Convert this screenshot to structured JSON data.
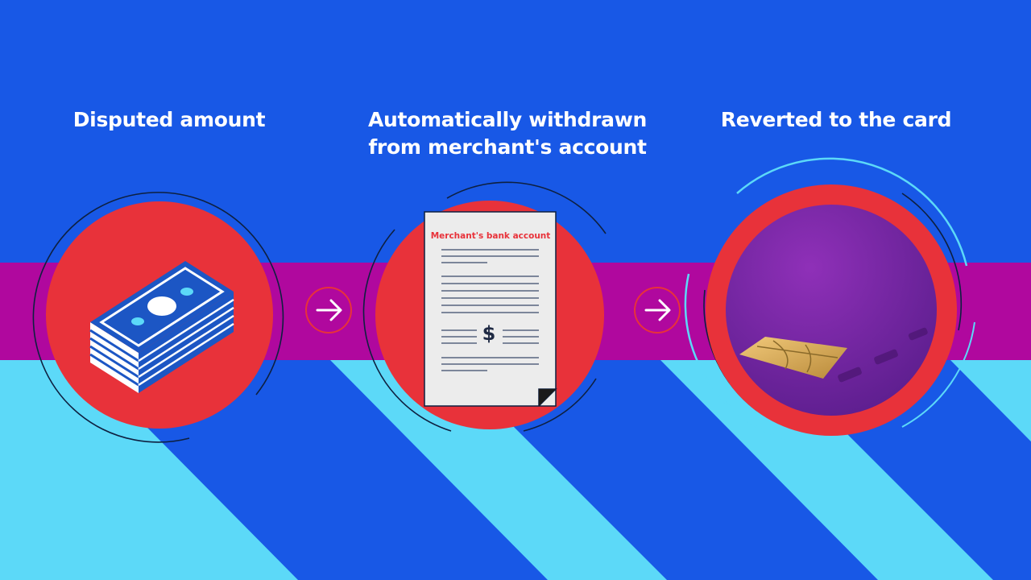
{
  "steps": [
    {
      "label": "Disputed amount",
      "icon": "cash-stack-icon"
    },
    {
      "label": "Automatically withdrawn\nfrom merchant's account",
      "icon": "bank-statement-icon"
    },
    {
      "label": "Reverted to the card",
      "icon": "credit-card-icon"
    }
  ],
  "document": {
    "title": "Merchant's bank account",
    "symbol": "$"
  },
  "colors": {
    "background": "#1858e6",
    "band": "#b0089e",
    "stripes": "#5cd9f8",
    "circle": "#e8323a",
    "card": "#7a2aa6"
  }
}
